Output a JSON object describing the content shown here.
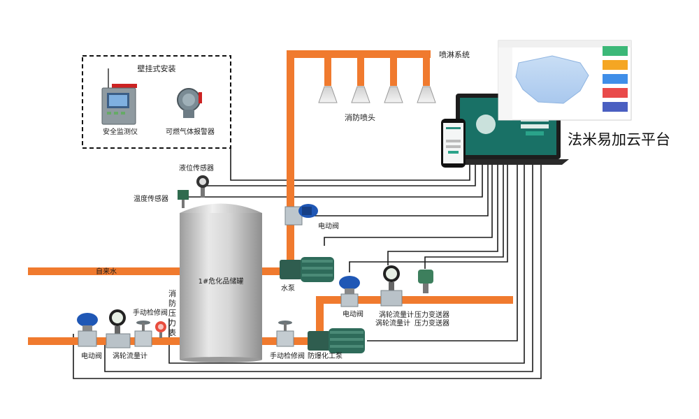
{
  "wall_mount": {
    "title": "壁挂式安装",
    "monitor": "安全监测仪",
    "alarm": "可燃气体报警器"
  },
  "sprinkler": {
    "system": "喷淋系统",
    "head": "消防喷头"
  },
  "platform": {
    "name": "法米易加云平台"
  },
  "sensors": {
    "level": "液位传感器",
    "temperature": "温度传感器"
  },
  "tank": {
    "name": "1#危化品储罐"
  },
  "pipes": {
    "tap_water": "自来水"
  },
  "devices": {
    "motor_valve_top": "电动阀",
    "water_pump": "水泵",
    "motor_valve_mid": "电动阀",
    "turbine_meter_mid_1": "涡轮流量计",
    "turbine_meter_mid_2": "涡轮流量计",
    "pressure_tx_1": "压力变送器",
    "pressure_tx_2": "压力变送器",
    "fire_gauge_1": "消",
    "fire_gauge_2": "防",
    "fire_gauge_3": "压",
    "fire_gauge_4": "力",
    "fire_gauge_5": "表",
    "manual_valve_left": "手动检修阀",
    "motor_valve_left": "电动阀",
    "turbine_meter_left": "涡轮流量计",
    "manual_valve_right": "手动检修阀",
    "explosion_pump": "防爆化工泵"
  },
  "colors": {
    "pipe": "#f07a2e",
    "valve_blue": "#1f57b5",
    "pump_green": "#2e6b5a",
    "tank_gray": "#c9c9c9"
  }
}
